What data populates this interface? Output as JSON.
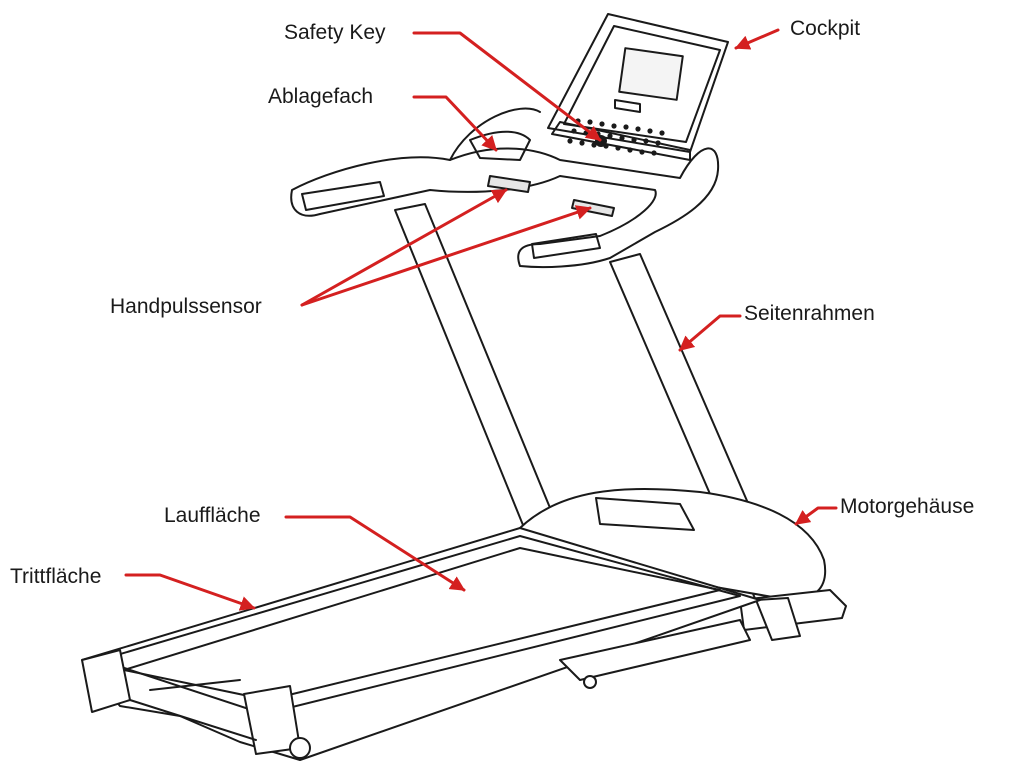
{
  "labels": {
    "safety_key": "Safety Key",
    "cockpit": "Cockpit",
    "ablagefach": "Ablagefach",
    "handpulssensor": "Handpulssensor",
    "seitenrahmen": "Seitenrahmen",
    "lauffläche": "Lauffläche",
    "motorgehaeuse": "Motorgehäuse",
    "trittflaeche": "Trittfläche"
  },
  "colors": {
    "arrow": "#d42020",
    "line_art": "#1a1a1a",
    "background": "#ffffff"
  }
}
